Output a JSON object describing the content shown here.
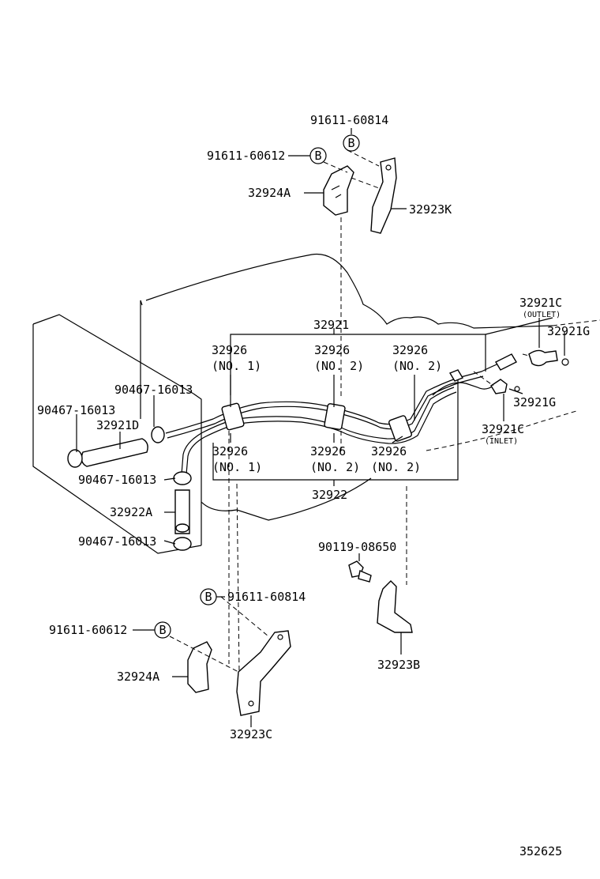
{
  "labels": {
    "p91611_60814_top": "91611-60814",
    "p91611_60612_top": "91611-60612",
    "p32924A_top": "32924A",
    "p32923K": "32923K",
    "p32921C_outlet": "32921C",
    "outlet_note": "(OUTLET)",
    "p32921G_a": "32921G",
    "p32921": "32921",
    "p32926_1": "32926",
    "no1_a": "(NO. 1)",
    "p32926_2": "32926",
    "no2_a": "(NO. 2)",
    "p32926_3": "32926",
    "no2_b": "(NO. 2)",
    "p90467_a": "90467-16013",
    "p90467_b": "90467-16013",
    "p32921D": "32921D",
    "p32921G_b": "32921G",
    "p32921C_inlet": "32921C",
    "inlet_note": "(INLET)",
    "p32926_4": "32926",
    "no1_b": "(NO. 1)",
    "p32926_5": "32926",
    "no2_c": "(NO. 2)",
    "p32926_6": "32926",
    "no2_d": "(NO. 2)",
    "p90467_c": "90467-16013",
    "p32922": "32922",
    "p32922A": "32922A",
    "p90467_d": "90467-16013",
    "p90119": "90119-08650",
    "p91611_60814_bot": "91611-60814",
    "p91611_60612_bot": "91611-60612",
    "p32923B": "32923B",
    "p32924A_bot": "32924A",
    "p32923C": "32923C",
    "diagram_number": "352625",
    "b_mark": "B"
  }
}
